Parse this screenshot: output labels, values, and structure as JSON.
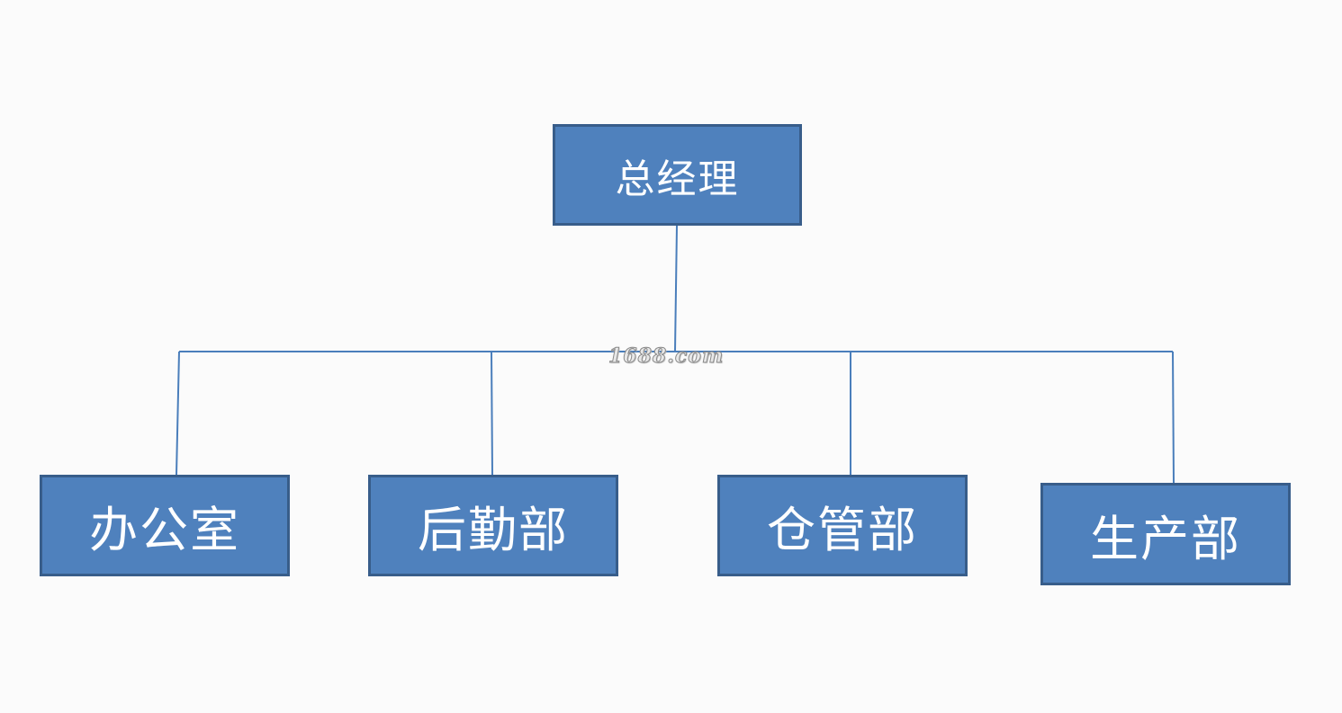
{
  "diagram": {
    "type": "org-chart",
    "root": {
      "label": "总经理"
    },
    "children": [
      {
        "label": "办公室"
      },
      {
        "label": "后勤部"
      },
      {
        "label": "仓管部"
      },
      {
        "label": "生产部"
      }
    ]
  },
  "watermark": {
    "text": "1688.com"
  },
  "colors": {
    "box_fill": "#4f81bd",
    "box_border": "#385d8a",
    "connector": "#4a7ebb",
    "text": "#ffffff",
    "background": "#fbfbfb"
  }
}
